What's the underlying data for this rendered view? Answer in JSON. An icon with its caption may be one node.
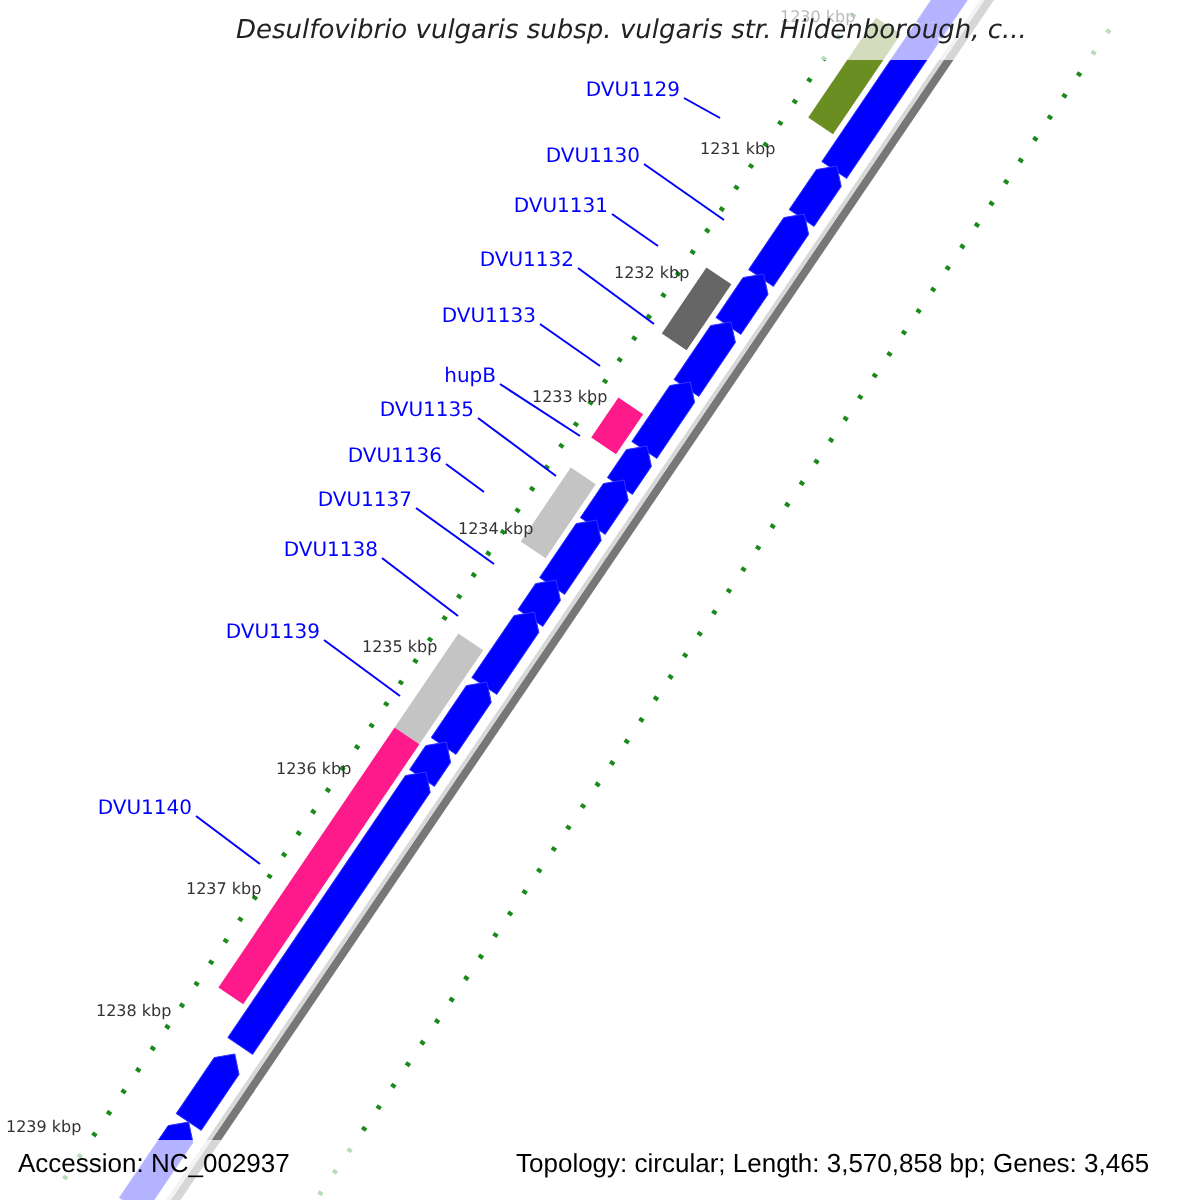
{
  "diagram": {
    "title": "Desulfovibrio vulgaris subsp. vulgaris str. Hildenborough, c...",
    "nodes": [
      {
        "text": [
          "DVU1129"
        ]
      },
      {
        "text": [
          "DVU1130"
        ]
      },
      {
        "text": [
          "DVU1131"
        ]
      },
      {
        "text": [
          "DVU1132"
        ]
      },
      {
        "text": [
          "DVU1133"
        ]
      },
      {
        "text": [
          "hupB"
        ]
      },
      {
        "text": [
          "DVU1135"
        ]
      },
      {
        "text": [
          "DVU1136"
        ]
      },
      {
        "text": [
          "DVU1137"
        ]
      },
      {
        "text": [
          "DVU1138"
        ]
      },
      {
        "text": [
          "DVU1139"
        ]
      },
      {
        "text": [
          "DVU1140"
        ]
      }
    ],
    "edges": [
      {
        "from": 0,
        "to": null,
        "arrow": "none"
      },
      {
        "from": 1,
        "to": null,
        "arrow": "none"
      },
      {
        "from": 2,
        "to": null,
        "arrow": "none"
      },
      {
        "from": 3,
        "to": null,
        "arrow": "none"
      },
      {
        "from": 4,
        "to": null,
        "arrow": "none"
      },
      {
        "from": 5,
        "to": null,
        "arrow": "none"
      },
      {
        "from": 6,
        "to": null,
        "arrow": "none"
      },
      {
        "from": 7,
        "to": null,
        "arrow": "none"
      },
      {
        "from": 8,
        "to": null,
        "arrow": "none"
      },
      {
        "from": 9,
        "to": null,
        "arrow": "none"
      },
      {
        "from": 10,
        "to": null,
        "arrow": "none"
      },
      {
        "from": 11,
        "to": null,
        "arrow": "none"
      }
    ],
    "labels": [
      "1230 kbp",
      "1231 kbp",
      "1232 kbp",
      "1233 kbp",
      "1234 kbp",
      "1235 kbp",
      "1236 kbp",
      "1237 kbp",
      "1238 kbp",
      "1239 kbp",
      "Accession: NC_002937",
      "Topology: circular; Length: 3,570,858 bp; Genes: 3,465"
    ]
  }
}
